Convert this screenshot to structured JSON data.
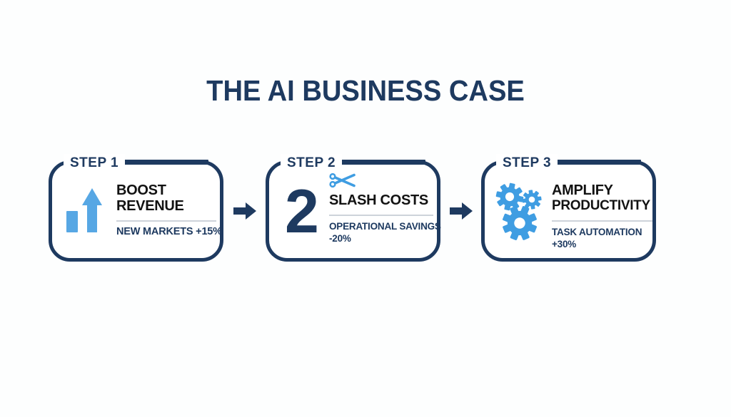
{
  "title": "THE AI BUSINESS CASE",
  "colors": {
    "navy": "#1e3a60",
    "icon_blue": "#57a7e4",
    "gear_blue": "#3f9de2",
    "heading_text": "#121212",
    "divider": "#cdd3da",
    "background": "#fdfefe"
  },
  "steps": [
    {
      "label": "STEP 1",
      "icon": "bar-chart-up-arrow-icon",
      "heading_lines": [
        "BOOST",
        "REVENUE"
      ],
      "metric_lines": [
        "NEW MARKETS +15%"
      ]
    },
    {
      "label": "STEP 2",
      "number": "2",
      "icon": "scissors-icon",
      "heading_lines": [
        "SLASH COSTS"
      ],
      "metric_lines": [
        "OPERATIONAL SAVINGS",
        "-20%"
      ]
    },
    {
      "label": "STEP 3",
      "icon": "gears-icon",
      "heading_lines": [
        "AMPLIFY",
        "PRODUCTIVITY"
      ],
      "metric_lines": [
        "TASK AUTOMATION",
        "+30%"
      ]
    }
  ]
}
